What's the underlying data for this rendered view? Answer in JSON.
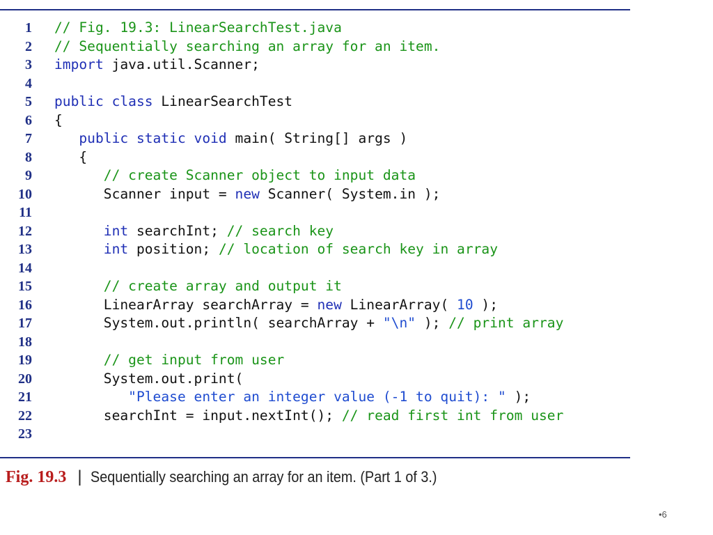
{
  "code_lines": [
    {
      "num": "1",
      "segments": [
        {
          "type": "comment",
          "text": "// Fig. 19.3: LinearSearchTest.java"
        }
      ]
    },
    {
      "num": "2",
      "segments": [
        {
          "type": "comment",
          "text": "// Sequentially searching an array for an item."
        }
      ]
    },
    {
      "num": "3",
      "segments": [
        {
          "type": "keyword",
          "text": "import"
        },
        {
          "type": "plain",
          "text": " java.util.Scanner;"
        }
      ]
    },
    {
      "num": "4",
      "segments": []
    },
    {
      "num": "5",
      "segments": [
        {
          "type": "keyword",
          "text": "public class"
        },
        {
          "type": "plain",
          "text": " LinearSearchTest"
        }
      ]
    },
    {
      "num": "6",
      "segments": [
        {
          "type": "plain",
          "text": "{"
        }
      ]
    },
    {
      "num": "7",
      "segments": [
        {
          "type": "plain",
          "text": "   "
        },
        {
          "type": "keyword",
          "text": "public static void"
        },
        {
          "type": "plain",
          "text": " main( String[] args )"
        }
      ]
    },
    {
      "num": "8",
      "segments": [
        {
          "type": "plain",
          "text": "   {"
        }
      ]
    },
    {
      "num": "9",
      "segments": [
        {
          "type": "plain",
          "text": "      "
        },
        {
          "type": "comment",
          "text": "// create Scanner object to input data"
        }
      ]
    },
    {
      "num": "10",
      "segments": [
        {
          "type": "plain",
          "text": "      Scanner input = "
        },
        {
          "type": "keyword",
          "text": "new"
        },
        {
          "type": "plain",
          "text": " Scanner( System.in );"
        }
      ]
    },
    {
      "num": "11",
      "segments": []
    },
    {
      "num": "12",
      "segments": [
        {
          "type": "plain",
          "text": "      "
        },
        {
          "type": "keyword",
          "text": "int"
        },
        {
          "type": "plain",
          "text": " searchInt; "
        },
        {
          "type": "comment",
          "text": "// search key"
        }
      ]
    },
    {
      "num": "13",
      "segments": [
        {
          "type": "plain",
          "text": "      "
        },
        {
          "type": "keyword",
          "text": "int"
        },
        {
          "type": "plain",
          "text": " position; "
        },
        {
          "type": "comment",
          "text": "// location of search key in array"
        }
      ]
    },
    {
      "num": "14",
      "segments": []
    },
    {
      "num": "15",
      "segments": [
        {
          "type": "plain",
          "text": "      "
        },
        {
          "type": "comment",
          "text": "// create array and output it"
        }
      ]
    },
    {
      "num": "16",
      "segments": [
        {
          "type": "plain",
          "text": "      LinearArray searchArray = "
        },
        {
          "type": "keyword",
          "text": "new"
        },
        {
          "type": "plain",
          "text": " LinearArray( "
        },
        {
          "type": "number",
          "text": "10"
        },
        {
          "type": "plain",
          "text": " );"
        }
      ]
    },
    {
      "num": "17",
      "segments": [
        {
          "type": "plain",
          "text": "      System.out.println( searchArray + "
        },
        {
          "type": "string",
          "text": "\"\\n\""
        },
        {
          "type": "plain",
          "text": " ); "
        },
        {
          "type": "comment",
          "text": "// print array"
        }
      ]
    },
    {
      "num": "18",
      "segments": []
    },
    {
      "num": "19",
      "segments": [
        {
          "type": "plain",
          "text": "      "
        },
        {
          "type": "comment",
          "text": "// get input from user"
        }
      ]
    },
    {
      "num": "20",
      "segments": [
        {
          "type": "plain",
          "text": "      System.out.print("
        }
      ]
    },
    {
      "num": "21",
      "segments": [
        {
          "type": "plain",
          "text": "         "
        },
        {
          "type": "string",
          "text": "\"Please enter an integer value (-1 to quit): \""
        },
        {
          "type": "plain",
          "text": " );"
        }
      ]
    },
    {
      "num": "22",
      "segments": [
        {
          "type": "plain",
          "text": "      searchInt = input.nextInt(); "
        },
        {
          "type": "comment",
          "text": "// read first int from user"
        }
      ]
    },
    {
      "num": "23",
      "segments": []
    }
  ],
  "caption": {
    "label": "Fig. 19.3",
    "separator": "|",
    "description": "Sequentially searching an array for an item. (Part 1 of 3.)"
  },
  "page_number": "•6"
}
